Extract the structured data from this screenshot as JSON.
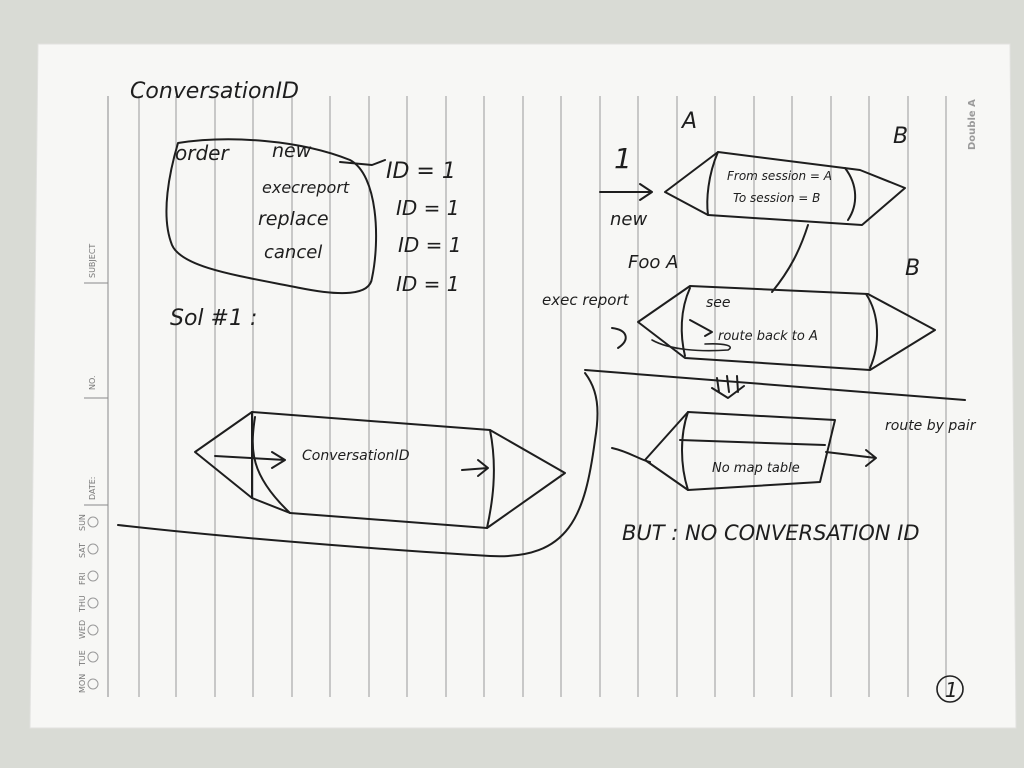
{
  "notebook": {
    "brand": "Double A",
    "page_number": "1",
    "side_labels": {
      "subject": "SUBJECT",
      "no": "NO.",
      "date": "DATE:",
      "weekdays": [
        "MON",
        "TUE",
        "WED",
        "THU",
        "FRI",
        "SAT",
        "SUN"
      ]
    }
  },
  "notes": {
    "title": "ConversationID",
    "message_types": [
      "order",
      "new",
      "execreport",
      "replace",
      "cancel"
    ],
    "id_values": [
      "ID = 1",
      "ID = 1",
      "ID = 1",
      "ID = 1"
    ],
    "solution_label": "Sol #1 :",
    "pipe_label": "ConversationID",
    "sessions": {
      "label_a": "A",
      "label_b": "B",
      "label_b2": "B",
      "label_one": "1",
      "label_new": "new",
      "from_session": "From session = A",
      "to_session": "To session = B",
      "foo_label": "Foo A",
      "exec_label": "exec report",
      "see_text": "see",
      "route_back": "route back to A",
      "no_map_table": "No map table",
      "route_by_pair": "route by pair",
      "but_note": "BUT : NO CONVERSATION ID"
    }
  }
}
